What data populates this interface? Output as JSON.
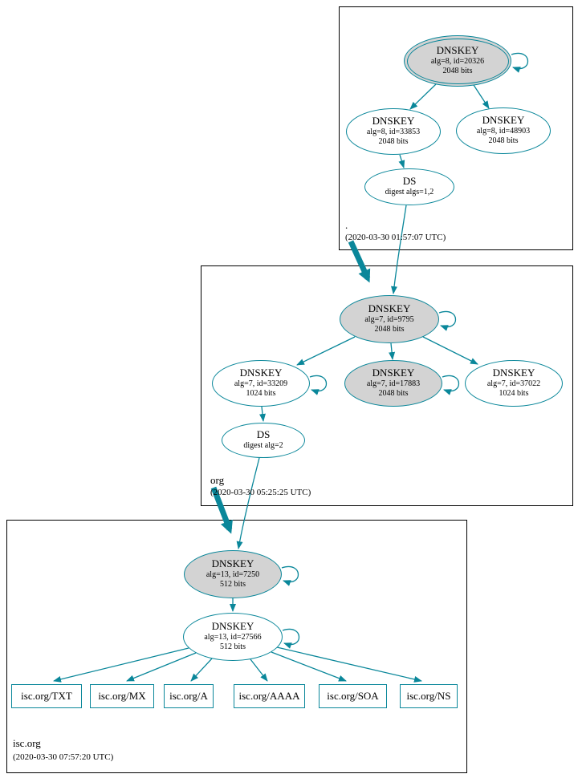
{
  "diagram": {
    "colors": {
      "edge_teal": "#0a879a",
      "ksk_fill": "#d3d3d3",
      "box_border": "#000000"
    },
    "root": {
      "zone_label": ".",
      "timestamp": "(2020-03-30 01:57:07 UTC)",
      "ksk": {
        "title": "DNSKEY",
        "meta": "alg=8, id=20326",
        "bits": "2048 bits"
      },
      "zsk_left": {
        "title": "DNSKEY",
        "meta": "alg=8, id=33853",
        "bits": "2048 bits"
      },
      "zsk_right": {
        "title": "DNSKEY",
        "meta": "alg=8, id=48903",
        "bits": "2048 bits"
      },
      "ds": {
        "title": "DS",
        "meta": "digest algs=1,2"
      }
    },
    "org": {
      "zone_label": "org",
      "timestamp": "(2020-03-30 05:25:25 UTC)",
      "ksk": {
        "title": "DNSKEY",
        "meta": "alg=7, id=9795",
        "bits": "2048 bits"
      },
      "zsk_left": {
        "title": "DNSKEY",
        "meta": "alg=7, id=33209",
        "bits": "1024 bits"
      },
      "zsk_mid": {
        "title": "DNSKEY",
        "meta": "alg=7, id=17883",
        "bits": "2048 bits"
      },
      "zsk_right": {
        "title": "DNSKEY",
        "meta": "alg=7, id=37022",
        "bits": "1024 bits"
      },
      "ds": {
        "title": "DS",
        "meta": "digest alg=2"
      }
    },
    "isc": {
      "zone_label": "isc.org",
      "timestamp": "(2020-03-30 07:57:20 UTC)",
      "ksk": {
        "title": "DNSKEY",
        "meta": "alg=13, id=7250",
        "bits": "512 bits"
      },
      "zsk": {
        "title": "DNSKEY",
        "meta": "alg=13, id=27566",
        "bits": "512 bits"
      },
      "records": [
        {
          "label": "isc.org/TXT"
        },
        {
          "label": "isc.org/MX"
        },
        {
          "label": "isc.org/A"
        },
        {
          "label": "isc.org/AAAA"
        },
        {
          "label": "isc.org/SOA"
        },
        {
          "label": "isc.org/NS"
        }
      ]
    }
  }
}
